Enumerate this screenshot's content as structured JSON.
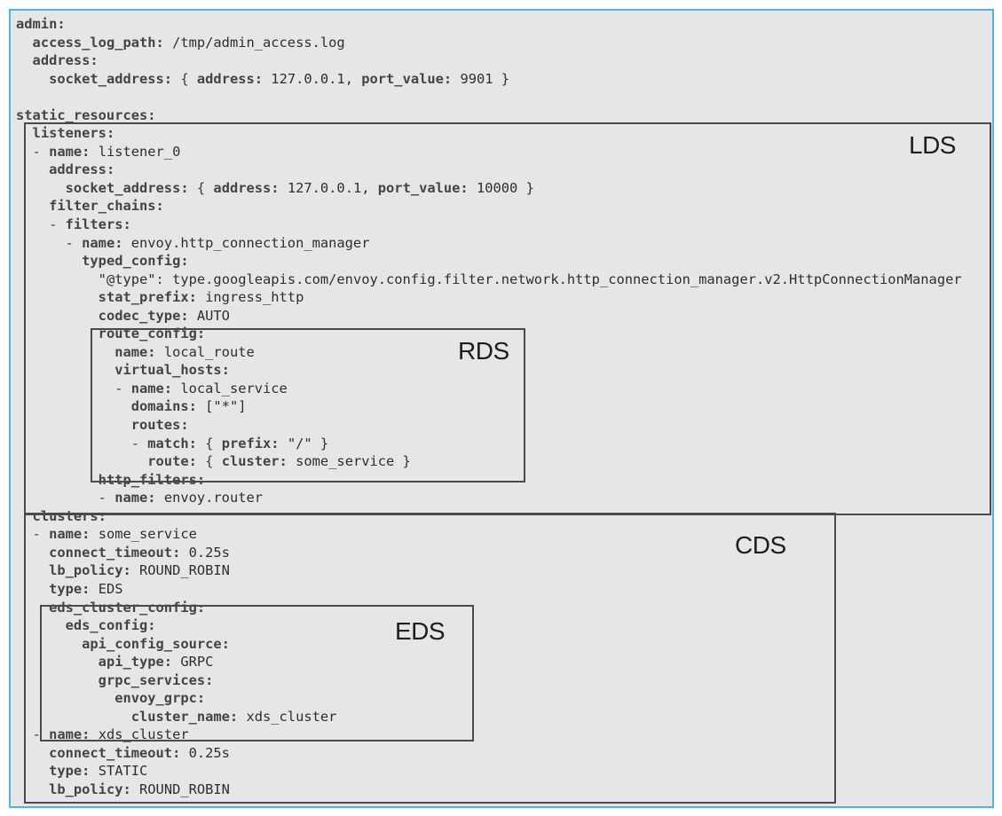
{
  "document": {
    "title": "Envoy static configuration with xDS regions",
    "accent_color": "#4fb3e6",
    "lines": [
      {
        "indent": 0,
        "dash": false,
        "parts": [
          {
            "t": "k",
            "s": "admin:"
          }
        ]
      },
      {
        "indent": 2,
        "dash": false,
        "parts": [
          {
            "t": "k",
            "s": "access_log_path:"
          },
          {
            "t": "v",
            "s": " /tmp/admin_access.log"
          }
        ]
      },
      {
        "indent": 2,
        "dash": false,
        "parts": [
          {
            "t": "k",
            "s": "address:"
          }
        ]
      },
      {
        "indent": 4,
        "dash": false,
        "parts": [
          {
            "t": "k",
            "s": "socket_address:"
          },
          {
            "t": "p",
            "s": " { "
          },
          {
            "t": "k",
            "s": "address:"
          },
          {
            "t": "v",
            "s": " 127.0.0.1, "
          },
          {
            "t": "k",
            "s": "port_value:"
          },
          {
            "t": "v",
            "s": " 9901 }"
          }
        ]
      },
      {
        "indent": 0,
        "dash": false,
        "parts": []
      },
      {
        "indent": 0,
        "dash": false,
        "parts": [
          {
            "t": "k",
            "s": "static_resources:"
          }
        ]
      },
      {
        "indent": 2,
        "dash": false,
        "parts": [
          {
            "t": "k",
            "s": "listeners:"
          }
        ]
      },
      {
        "indent": 2,
        "dash": true,
        "parts": [
          {
            "t": "k",
            "s": "name:"
          },
          {
            "t": "v",
            "s": " listener_0"
          }
        ]
      },
      {
        "indent": 4,
        "dash": false,
        "parts": [
          {
            "t": "k",
            "s": "address:"
          }
        ]
      },
      {
        "indent": 6,
        "dash": false,
        "parts": [
          {
            "t": "k",
            "s": "socket_address:"
          },
          {
            "t": "p",
            "s": " { "
          },
          {
            "t": "k",
            "s": "address:"
          },
          {
            "t": "v",
            "s": " 127.0.0.1, "
          },
          {
            "t": "k",
            "s": "port_value:"
          },
          {
            "t": "v",
            "s": " 10000 }"
          }
        ]
      },
      {
        "indent": 4,
        "dash": false,
        "parts": [
          {
            "t": "k",
            "s": "filter_chains:"
          }
        ]
      },
      {
        "indent": 4,
        "dash": true,
        "parts": [
          {
            "t": "k",
            "s": "filters:"
          }
        ]
      },
      {
        "indent": 6,
        "dash": true,
        "parts": [
          {
            "t": "k",
            "s": "name:"
          },
          {
            "t": "v",
            "s": " envoy.http_connection_manager"
          }
        ]
      },
      {
        "indent": 8,
        "dash": false,
        "parts": [
          {
            "t": "k",
            "s": "typed_config:"
          }
        ]
      },
      {
        "indent": 10,
        "dash": false,
        "parts": [
          {
            "t": "v",
            "s": "\"@type\""
          },
          {
            "t": "p",
            "s": ": "
          },
          {
            "t": "v",
            "s": "type.googleapis.com/envoy.config.filter.network.http_connection_manager.v2.HttpConnectionManager"
          }
        ]
      },
      {
        "indent": 10,
        "dash": false,
        "parts": [
          {
            "t": "k",
            "s": "stat_prefix:"
          },
          {
            "t": "v",
            "s": " ingress_http"
          }
        ]
      },
      {
        "indent": 10,
        "dash": false,
        "parts": [
          {
            "t": "k",
            "s": "codec_type:"
          },
          {
            "t": "v",
            "s": " AUTO"
          }
        ]
      },
      {
        "indent": 10,
        "dash": false,
        "parts": [
          {
            "t": "k",
            "s": "route_config:"
          }
        ]
      },
      {
        "indent": 12,
        "dash": false,
        "parts": [
          {
            "t": "k",
            "s": "name:"
          },
          {
            "t": "v",
            "s": " local_route"
          }
        ]
      },
      {
        "indent": 12,
        "dash": false,
        "parts": [
          {
            "t": "k",
            "s": "virtual_hosts:"
          }
        ]
      },
      {
        "indent": 12,
        "dash": true,
        "parts": [
          {
            "t": "k",
            "s": "name:"
          },
          {
            "t": "v",
            "s": " local_service"
          }
        ]
      },
      {
        "indent": 14,
        "dash": false,
        "parts": [
          {
            "t": "k",
            "s": "domains:"
          },
          {
            "t": "v",
            "s": " [\"*\"]"
          }
        ]
      },
      {
        "indent": 14,
        "dash": false,
        "parts": [
          {
            "t": "k",
            "s": "routes:"
          }
        ]
      },
      {
        "indent": 14,
        "dash": true,
        "parts": [
          {
            "t": "k",
            "s": "match:"
          },
          {
            "t": "p",
            "s": " { "
          },
          {
            "t": "k",
            "s": "prefix:"
          },
          {
            "t": "v",
            "s": " \"/\" }"
          }
        ]
      },
      {
        "indent": 16,
        "dash": false,
        "parts": [
          {
            "t": "k",
            "s": "route:"
          },
          {
            "t": "p",
            "s": " { "
          },
          {
            "t": "k",
            "s": "cluster:"
          },
          {
            "t": "v",
            "s": " some_service }"
          }
        ]
      },
      {
        "indent": 10,
        "dash": false,
        "parts": [
          {
            "t": "k",
            "s": "http_filters:"
          }
        ]
      },
      {
        "indent": 10,
        "dash": true,
        "parts": [
          {
            "t": "k",
            "s": "name:"
          },
          {
            "t": "v",
            "s": " envoy.router"
          }
        ]
      },
      {
        "indent": 2,
        "dash": false,
        "parts": [
          {
            "t": "k",
            "s": "clusters:"
          }
        ]
      },
      {
        "indent": 2,
        "dash": true,
        "parts": [
          {
            "t": "k",
            "s": "name:"
          },
          {
            "t": "v",
            "s": " some_service"
          }
        ]
      },
      {
        "indent": 4,
        "dash": false,
        "parts": [
          {
            "t": "k",
            "s": "connect_timeout:"
          },
          {
            "t": "v",
            "s": " 0.25s"
          }
        ]
      },
      {
        "indent": 4,
        "dash": false,
        "parts": [
          {
            "t": "k",
            "s": "lb_policy:"
          },
          {
            "t": "v",
            "s": " ROUND_ROBIN"
          }
        ]
      },
      {
        "indent": 4,
        "dash": false,
        "parts": [
          {
            "t": "k",
            "s": "type:"
          },
          {
            "t": "v",
            "s": " EDS"
          }
        ]
      },
      {
        "indent": 4,
        "dash": false,
        "parts": [
          {
            "t": "k",
            "s": "eds_cluster_config:"
          }
        ]
      },
      {
        "indent": 6,
        "dash": false,
        "parts": [
          {
            "t": "k",
            "s": "eds_config:"
          }
        ]
      },
      {
        "indent": 8,
        "dash": false,
        "parts": [
          {
            "t": "k",
            "s": "api_config_source:"
          }
        ]
      },
      {
        "indent": 10,
        "dash": false,
        "parts": [
          {
            "t": "k",
            "s": "api_type:"
          },
          {
            "t": "v",
            "s": " GRPC"
          }
        ]
      },
      {
        "indent": 10,
        "dash": false,
        "parts": [
          {
            "t": "k",
            "s": "grpc_services:"
          }
        ]
      },
      {
        "indent": 12,
        "dash": false,
        "parts": [
          {
            "t": "k",
            "s": "envoy_grpc:"
          }
        ]
      },
      {
        "indent": 14,
        "dash": false,
        "parts": [
          {
            "t": "k",
            "s": "cluster_name:"
          },
          {
            "t": "v",
            "s": " xds_cluster"
          }
        ]
      },
      {
        "indent": 2,
        "dash": true,
        "parts": [
          {
            "t": "k",
            "s": "name:"
          },
          {
            "t": "v",
            "s": " xds_cluster"
          }
        ]
      },
      {
        "indent": 4,
        "dash": false,
        "parts": [
          {
            "t": "k",
            "s": "connect_timeout:"
          },
          {
            "t": "v",
            "s": " 0.25s"
          }
        ]
      },
      {
        "indent": 4,
        "dash": false,
        "parts": [
          {
            "t": "k",
            "s": "type:"
          },
          {
            "t": "v",
            "s": " STATIC"
          }
        ]
      },
      {
        "indent": 4,
        "dash": false,
        "parts": [
          {
            "t": "k",
            "s": "lb_policy:"
          },
          {
            "t": "v",
            "s": " ROUND_ROBIN"
          }
        ]
      }
    ]
  },
  "regions": {
    "lds": {
      "label": "LDS"
    },
    "rds": {
      "label": "RDS"
    },
    "cds": {
      "label": "CDS"
    },
    "eds": {
      "label": "EDS"
    }
  }
}
